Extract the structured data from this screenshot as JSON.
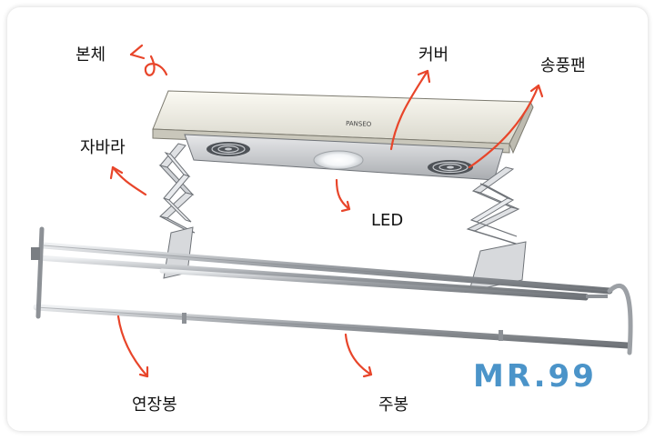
{
  "labels": {
    "body": "본체",
    "cover": "커버",
    "fan": "송풍팬",
    "scissor_bar": "자바라",
    "led": "LED",
    "extension_rod": "연장봉",
    "main_rod": "주봉"
  },
  "product_mark": "PANSEO",
  "watermark": "MR.99",
  "colors": {
    "arrow": "#e8452a",
    "watermark": "#4b94c9",
    "cover": "#f2f0e6",
    "metal": "#b9bcc0"
  },
  "icons": [
    "arrow-icon",
    "fan-icon",
    "led-light-icon"
  ]
}
